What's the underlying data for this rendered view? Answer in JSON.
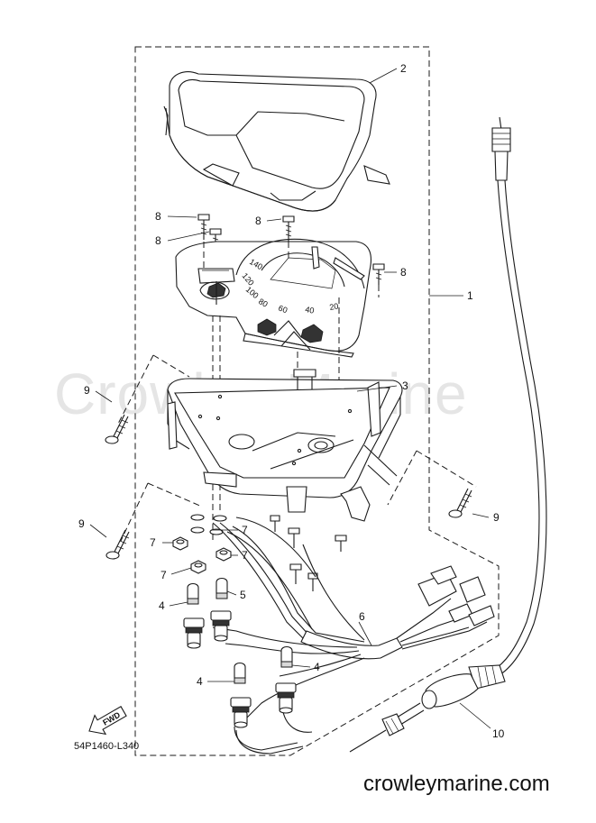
{
  "watermark": "Crowley Marine",
  "site_url": "crowleymarine.com",
  "part_code": "54P1460-L340",
  "fwd_label": "FWD",
  "dial_numbers": [
    "140",
    "120",
    "100",
    "80",
    "60",
    "40",
    "20"
  ],
  "callouts": {
    "c1": "1",
    "c2": "2",
    "c3": "3",
    "c4a": "4",
    "c4b": "4",
    "c4c": "4",
    "c5": "5",
    "c6": "6",
    "c7a": "7",
    "c7b": "7",
    "c7c": "7",
    "c7d": "7",
    "c8a": "8",
    "c8b": "8",
    "c8c": "8",
    "c8d": "8",
    "c9a": "9",
    "c9b": "9",
    "c9c": "9",
    "c10": "10"
  }
}
